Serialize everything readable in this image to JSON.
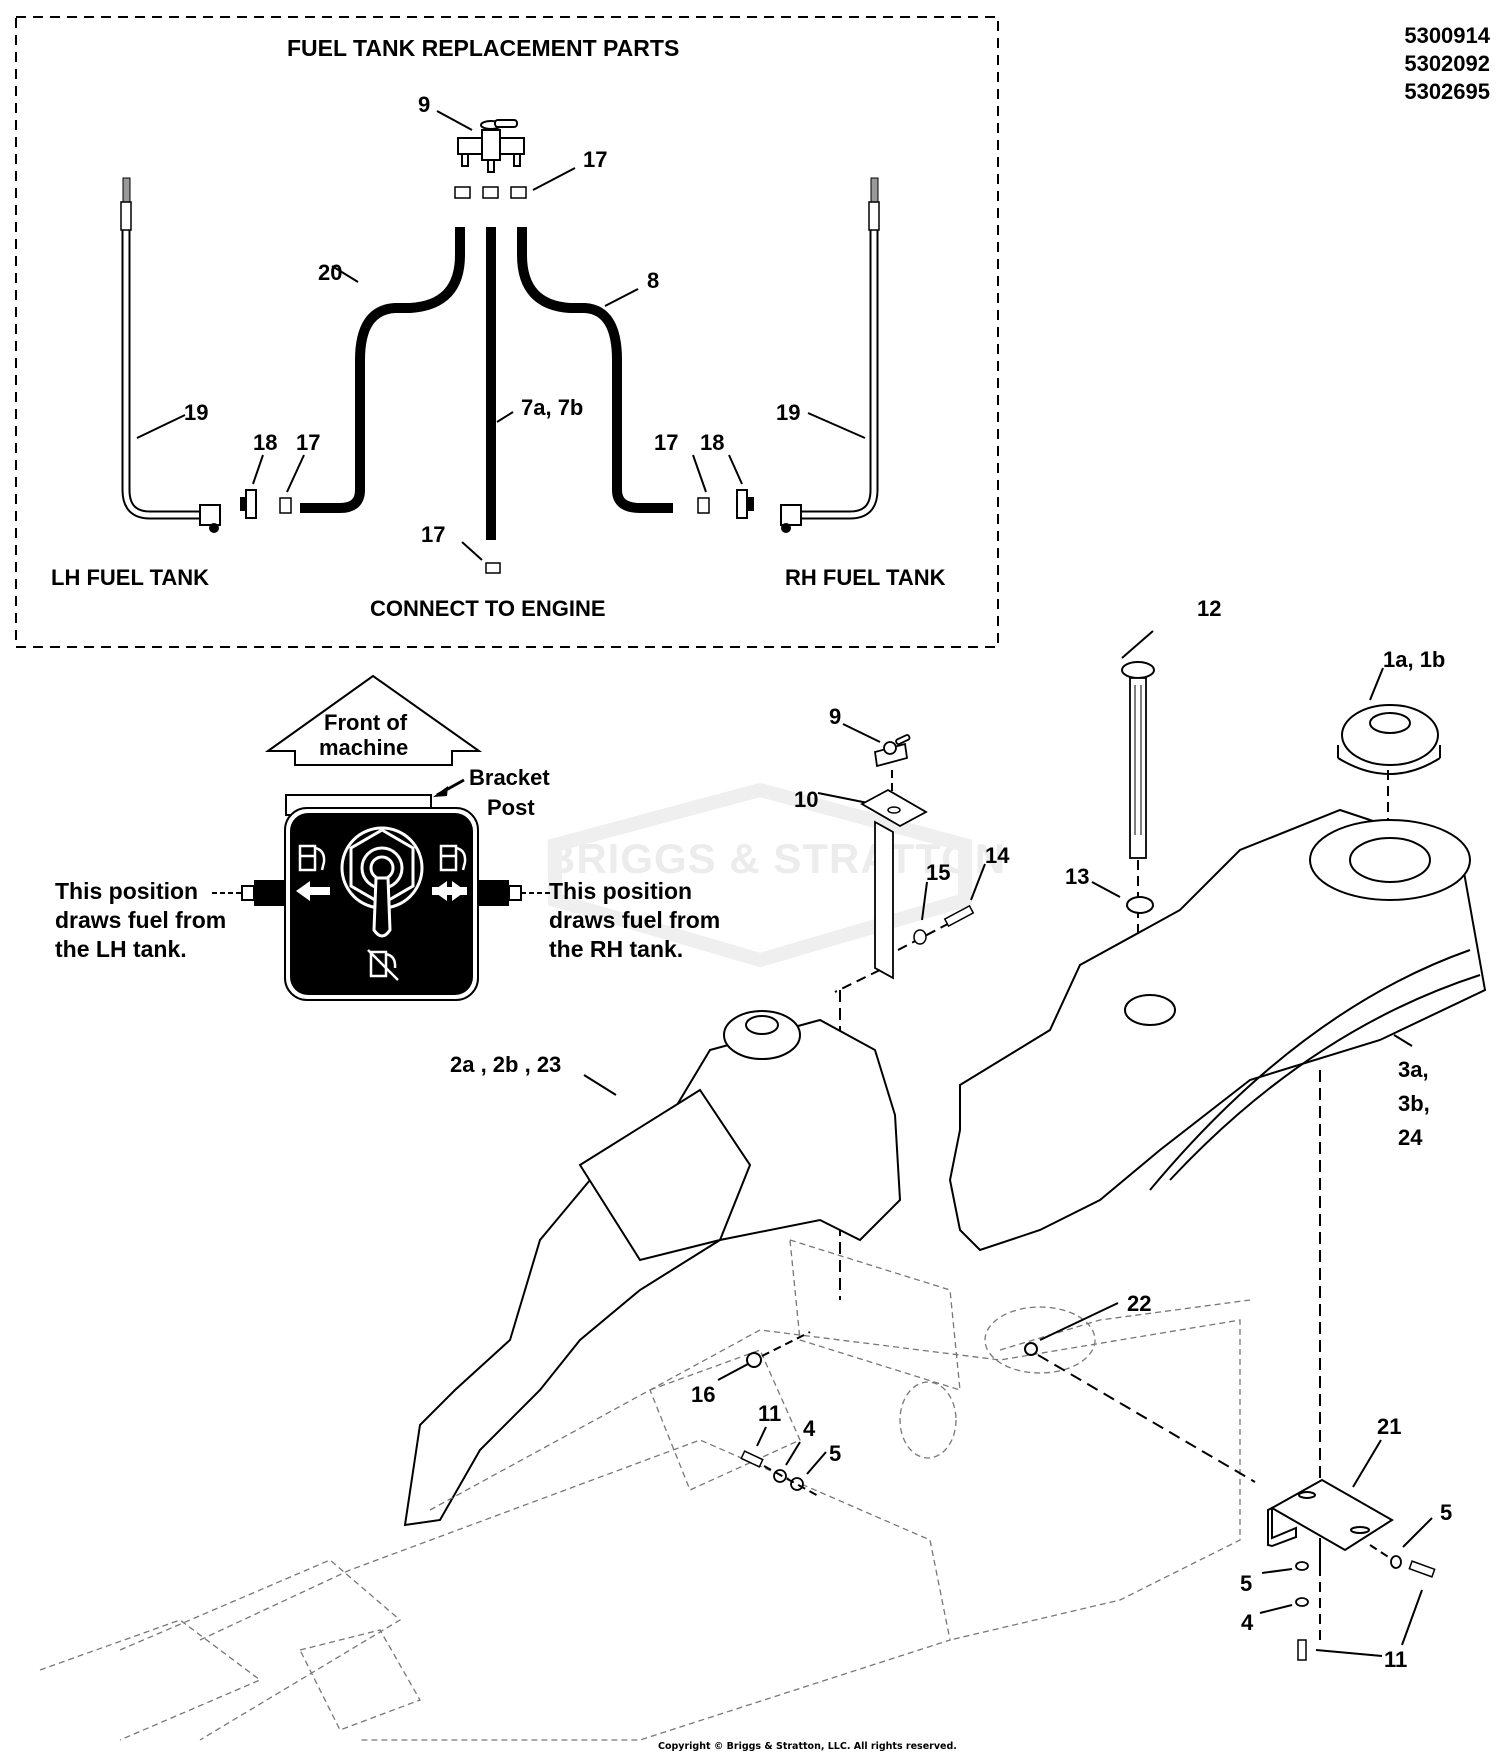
{
  "header": {
    "model_numbers": [
      "5300914",
      "5302092",
      "5302695"
    ]
  },
  "replacement_box": {
    "title": "FUEL TANK REPLACEMENT PARTS",
    "lh_tank_label": "LH FUEL TANK",
    "rh_tank_label": "RH FUEL TANK",
    "engine_label": "CONNECT TO ENGINE",
    "callouts": {
      "valve": "9",
      "clips_top": "17",
      "hose_left": "20",
      "hose_right": "8",
      "hose_center": "7a, 7b",
      "tube_left": "19",
      "tube_right": "19",
      "grommet_left": "18",
      "grommet_right": "18",
      "clip_left": "17",
      "clip_right": "17",
      "clip_bottom": "17"
    }
  },
  "valve_guide": {
    "front_arrow_label_line1": "Front of",
    "front_arrow_label_line2": "machine",
    "bracket_label_line1": "Bracket",
    "bracket_label_line2": "Post",
    "left_note": [
      "This position",
      "draws fuel from",
      "the LH tank."
    ],
    "right_note": [
      "This position",
      "draws fuel from",
      "the RH tank."
    ],
    "icons": [
      "fuel-pump-left-icon",
      "fuel-pump-right-icon",
      "fuel-off-icon",
      "arrow-left-icon",
      "arrow-right-icon"
    ]
  },
  "exploded_view": {
    "watermark": "BRIGGS & STRATTON",
    "callouts": {
      "valve": "9",
      "bracket": "10",
      "bolt_14": "14",
      "washer_15": "15",
      "sender": "12",
      "grommet_13": "13",
      "cap": "1a, 1b",
      "lh_tank": "2a , 2b , 23",
      "rh_tank_1": "3a,",
      "rh_tank_2": "3b,",
      "rh_tank_3": "24",
      "nut_16": "16",
      "nut_22": "22",
      "bolt_11_left": "11",
      "washer_4_left": "4",
      "washer_5_left": "5",
      "bracket_21": "21",
      "washer_5_right": "5",
      "washer_5_lower": "5",
      "washer_4_lower": "4",
      "bolt_11_right": "11"
    }
  },
  "footer": {
    "copyright": "Copyright © Briggs & Stratton, LLC. All rights reserved."
  }
}
